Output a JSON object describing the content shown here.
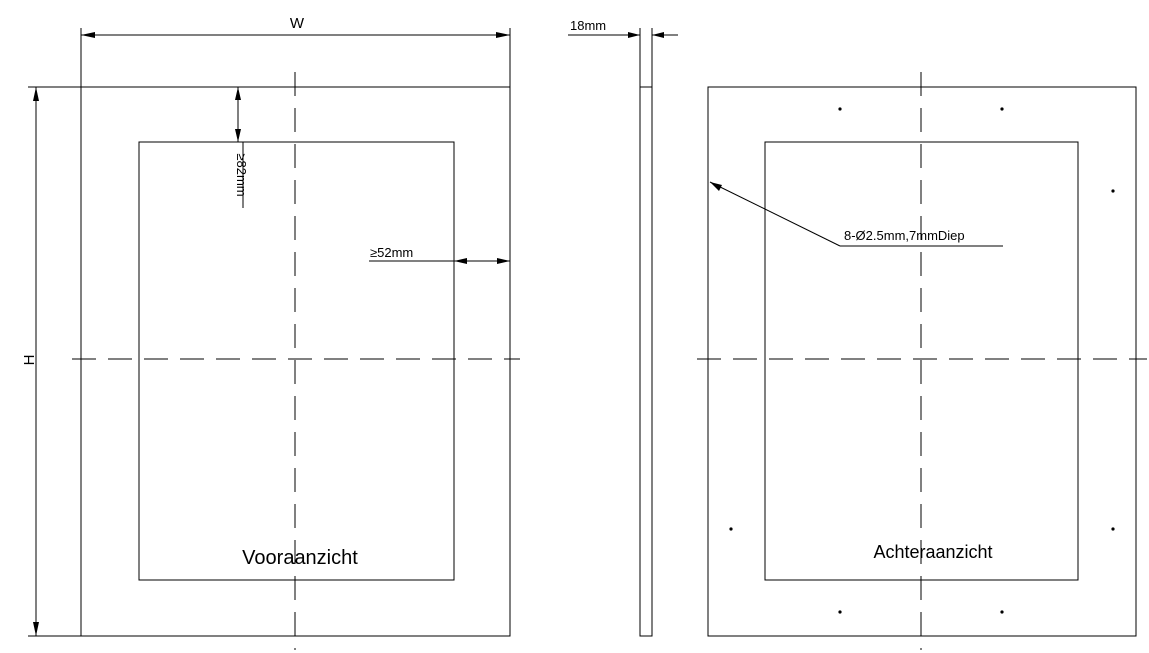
{
  "labels": {
    "width": "W",
    "height": "H",
    "thickness": "18mm",
    "top_margin": "≥82mm",
    "side_margin": "≥52mm",
    "holes": "8-Ø2.5mm,7mmDiep",
    "front_view": "Vooraanzicht",
    "back_view": "Achteraanzicht"
  }
}
